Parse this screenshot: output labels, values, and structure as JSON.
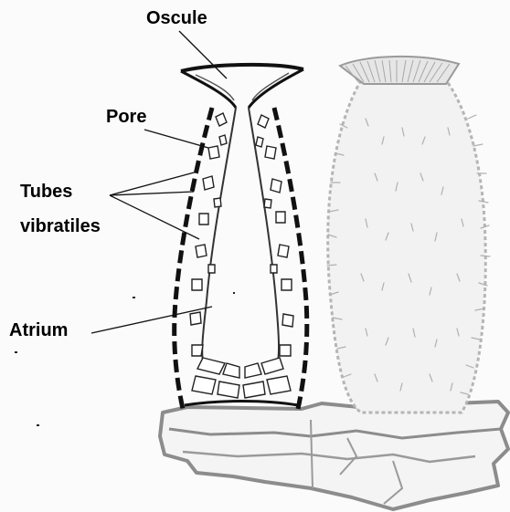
{
  "diagram": {
    "labels": {
      "oscule": "Oscule",
      "pore": "Pore",
      "tubes_line1": "Tubes",
      "tubes_line2": "vibratiles",
      "atrium": "Atrium"
    },
    "colors": {
      "outline": "#111111",
      "stone": "#8c8c8c",
      "texture": "#9a9a9a",
      "background": "#fbfbfb"
    }
  }
}
